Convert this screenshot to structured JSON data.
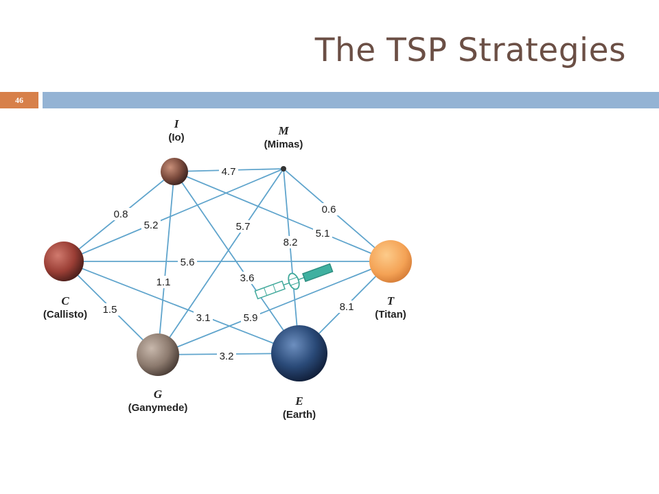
{
  "slide": {
    "title": "The TSP Strategies",
    "number": "46"
  },
  "graph": {
    "nodes": [
      {
        "id": "I",
        "letter": "I",
        "name": "(Io)",
        "color": "#7a4a3c"
      },
      {
        "id": "M",
        "letter": "M",
        "name": "(Mimas)",
        "color": "#333333"
      },
      {
        "id": "C",
        "letter": "C",
        "name": "(Callisto)",
        "color": "#9a3e35"
      },
      {
        "id": "T",
        "letter": "T",
        "name": "(Titan)",
        "color": "#f4a255"
      },
      {
        "id": "G",
        "letter": "G",
        "name": "(Ganymede)",
        "color": "#8c7a6e"
      },
      {
        "id": "E",
        "letter": "E",
        "name": "(Earth)",
        "color": "#2a4a78"
      }
    ],
    "edges": [
      {
        "from": "I",
        "to": "M",
        "weight": "4.7"
      },
      {
        "from": "I",
        "to": "C",
        "weight": "0.8"
      },
      {
        "from": "I",
        "to": "T",
        "weight": "5.1"
      },
      {
        "from": "I",
        "to": "G",
        "weight": "1.1"
      },
      {
        "from": "I",
        "to": "E",
        "weight": "3.6"
      },
      {
        "from": "M",
        "to": "C",
        "weight": "5.2"
      },
      {
        "from": "M",
        "to": "T",
        "weight": "0.6"
      },
      {
        "from": "M",
        "to": "G",
        "weight": "5.7"
      },
      {
        "from": "M",
        "to": "E",
        "weight": "8.2"
      },
      {
        "from": "C",
        "to": "T",
        "weight": "5.6"
      },
      {
        "from": "C",
        "to": "G",
        "weight": "1.5"
      },
      {
        "from": "C",
        "to": "E",
        "weight": "3.1"
      },
      {
        "from": "G",
        "to": "T",
        "weight": "5.9"
      },
      {
        "from": "G",
        "to": "E",
        "weight": "3.2"
      },
      {
        "from": "T",
        "to": "E",
        "weight": "8.1"
      }
    ]
  }
}
